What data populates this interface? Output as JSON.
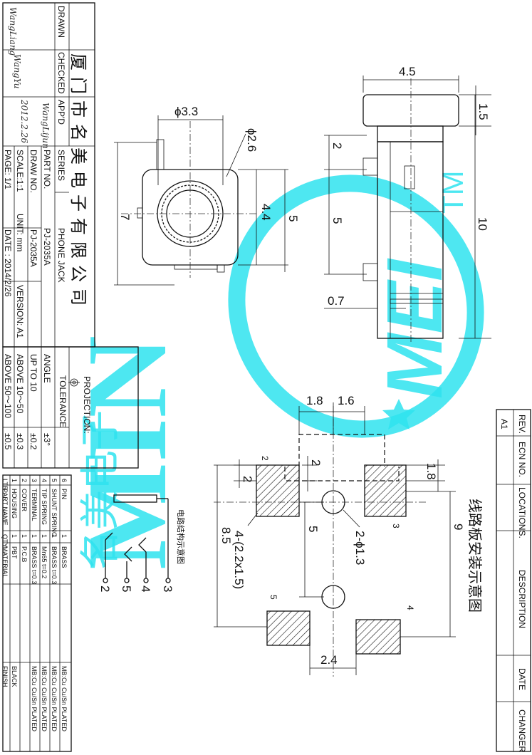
{
  "company": "厦门市名美电子有限公司",
  "watermark": {
    "text_main": "MIN",
    "text_mei": "MEI",
    "tm": "TM",
    "cn": "名美电子",
    "color": "#2fe3ef"
  },
  "title_block": {
    "drawn_label": "DRAWN",
    "drawn_sig": "WangLiang",
    "checked_label": "CHECKED",
    "checked_sig": "WangYu",
    "appd_label": "APP'D",
    "appd_sig": "WangLijun",
    "appd_date": "2012.2.26",
    "series_label": "SERIES",
    "series_value": "PHONE JACK",
    "part_no_label": "PART NO.",
    "part_no_value": "PJ-2035A",
    "draw_no_label": "DRAW NO.",
    "draw_no_value": "PJ-2035A",
    "scale": "SCALE:1:1",
    "unit": "UNIT: mm",
    "version": "VERSION: A1",
    "page": "PAGE: 1/1",
    "date": "DATE : 2014/2/26"
  },
  "tolerance": {
    "projection": "PROJECTION:",
    "tolerance_label": "TOLERANCE",
    "rows": [
      {
        "range": "ANGLE",
        "value": "±3°"
      },
      {
        "range": "UP TO 10",
        "value": "±0.2"
      },
      {
        "range": "ABOVE 10～50",
        "value": "±0.3"
      },
      {
        "range": "ABOVE 50～100",
        "value": "±0.5"
      }
    ]
  },
  "bom": {
    "headers": [
      "LTR",
      "PART NAME",
      "QTY",
      "MATERIAL",
      "FINISH"
    ],
    "rows": [
      [
        "6",
        "PIN",
        "1",
        "BRASS",
        "MB:Cu  Cu/Sn  PLATED"
      ],
      [
        "5",
        "SHUNT SPRING",
        "1",
        "BRASS  t=0.3",
        "MB:Cu  Cu/Sn  PLATED"
      ],
      [
        "4",
        "TIP SPRING",
        "1",
        "Mn65  t=0.2",
        "MB:Cu  Cu/Sn  PLATED"
      ],
      [
        "3",
        "TERMINAL",
        "1",
        "BRASS  t=0.3",
        "MB:Cu  Cu/Sn  PLATED"
      ],
      [
        "2",
        "COVER",
        "1",
        "P.C.B",
        ""
      ],
      [
        "1",
        "HOUSING",
        "1",
        "PBT",
        "BLACK"
      ]
    ]
  },
  "revision_headers": [
    "REV.",
    "ECN NO.",
    "LOCATIONS.",
    "DESCRIPTION",
    "DATE",
    "CHANGER"
  ],
  "revision_row": [
    "A1",
    "",
    "",
    "",
    "",
    ""
  ],
  "pcb_title": "线路板安装示意图",
  "schematic_title": "电路结构示意图",
  "schematic_pins": [
    "2",
    "5",
    "4",
    "3"
  ],
  "dims": {
    "phi33": "ϕ3.3",
    "phi26": "ϕ2.6",
    "d7": "7",
    "d44": "4.4",
    "d5a": "5",
    "d45": "4.5",
    "d15": "1.5",
    "d2a": "2",
    "d5b": "5",
    "d10": "10",
    "d07": "0.7",
    "d18a": "1.8",
    "d16": "1.6",
    "d2b": "2",
    "d2c": "2",
    "d18b": "1.8",
    "hole": "2-ϕ1.3",
    "pad": "4-(2.2x1.5)",
    "d85": "8.5",
    "d5c": "5",
    "d9": "9",
    "d24": "2.4",
    "pad2": "2",
    "pad3": "3",
    "pad4": "4",
    "pad5": "5"
  }
}
